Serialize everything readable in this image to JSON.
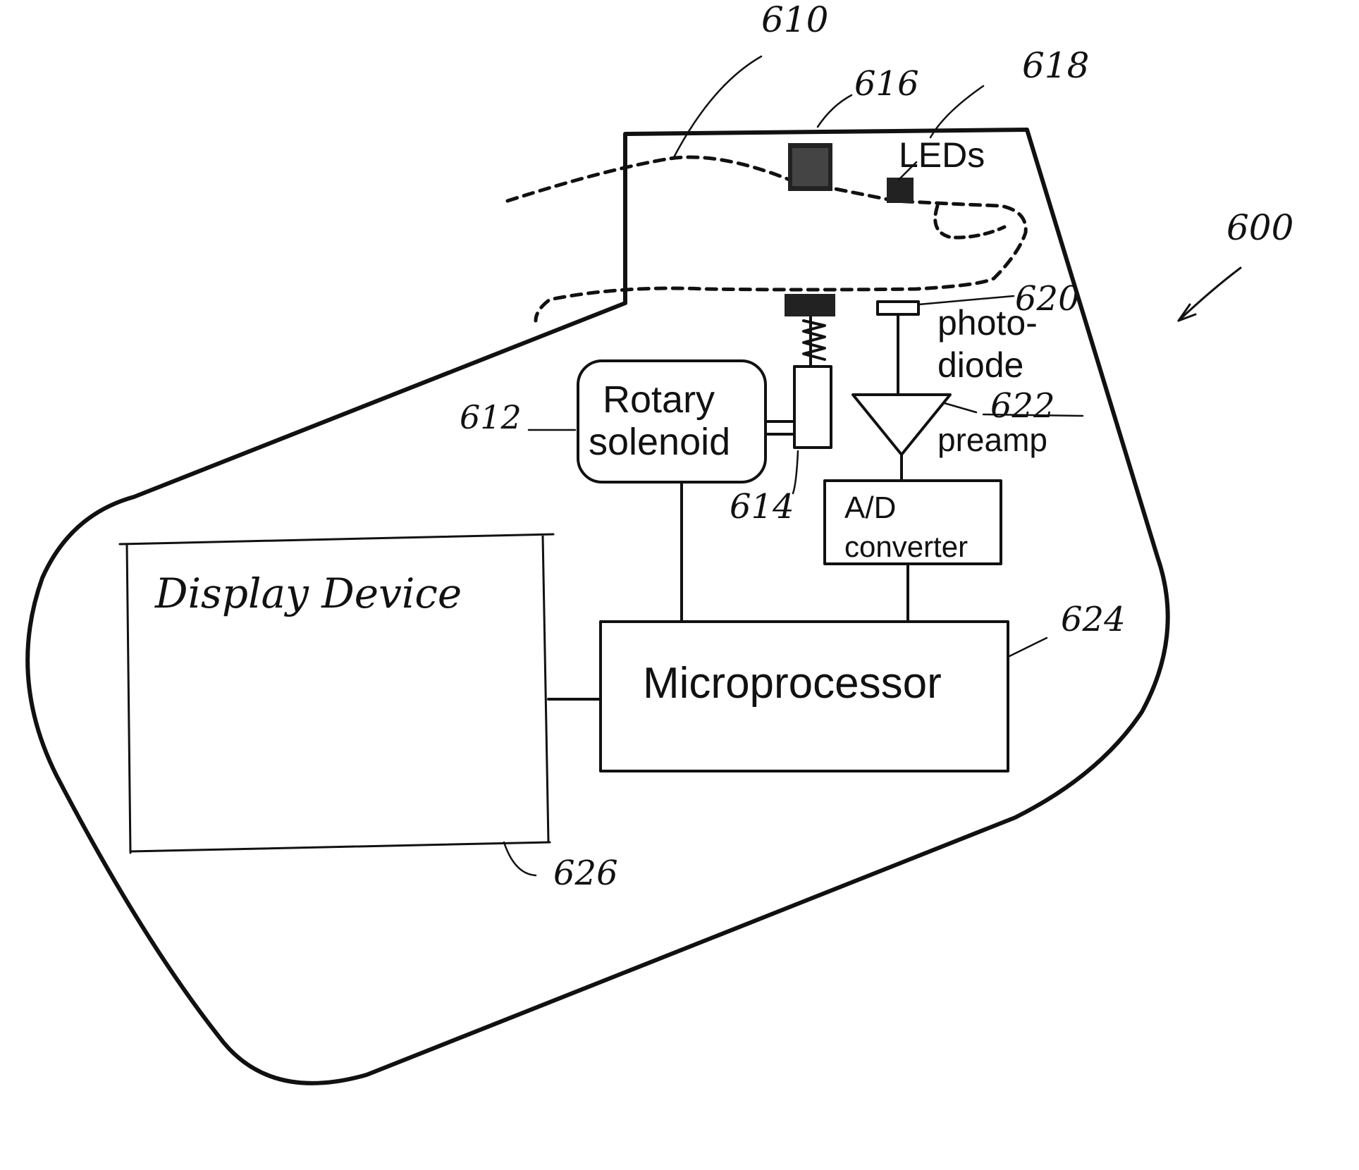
{
  "figure_number": "600",
  "labels": {
    "sample_path": "610",
    "rotary_solenoid_ref": "612",
    "shaft_ref": "614",
    "led_block_ref": "616",
    "led_ref": "618",
    "photodiode_ref": "620",
    "preamp_ref": "622",
    "microprocessor_ref": "624",
    "display_ref": "626"
  },
  "components": {
    "leds": "LEDs",
    "photodiode_line1": "photo-",
    "photodiode_line2": "diode",
    "preamp": "preamp",
    "rotary_line1": "Rotary",
    "rotary_line2": "solenoid",
    "ad_line1": "A/D",
    "ad_line2": "converter",
    "microprocessor": "Microprocessor",
    "display": "Display Device"
  },
  "colors": {
    "ink": "#111111",
    "background": "#ffffff"
  }
}
